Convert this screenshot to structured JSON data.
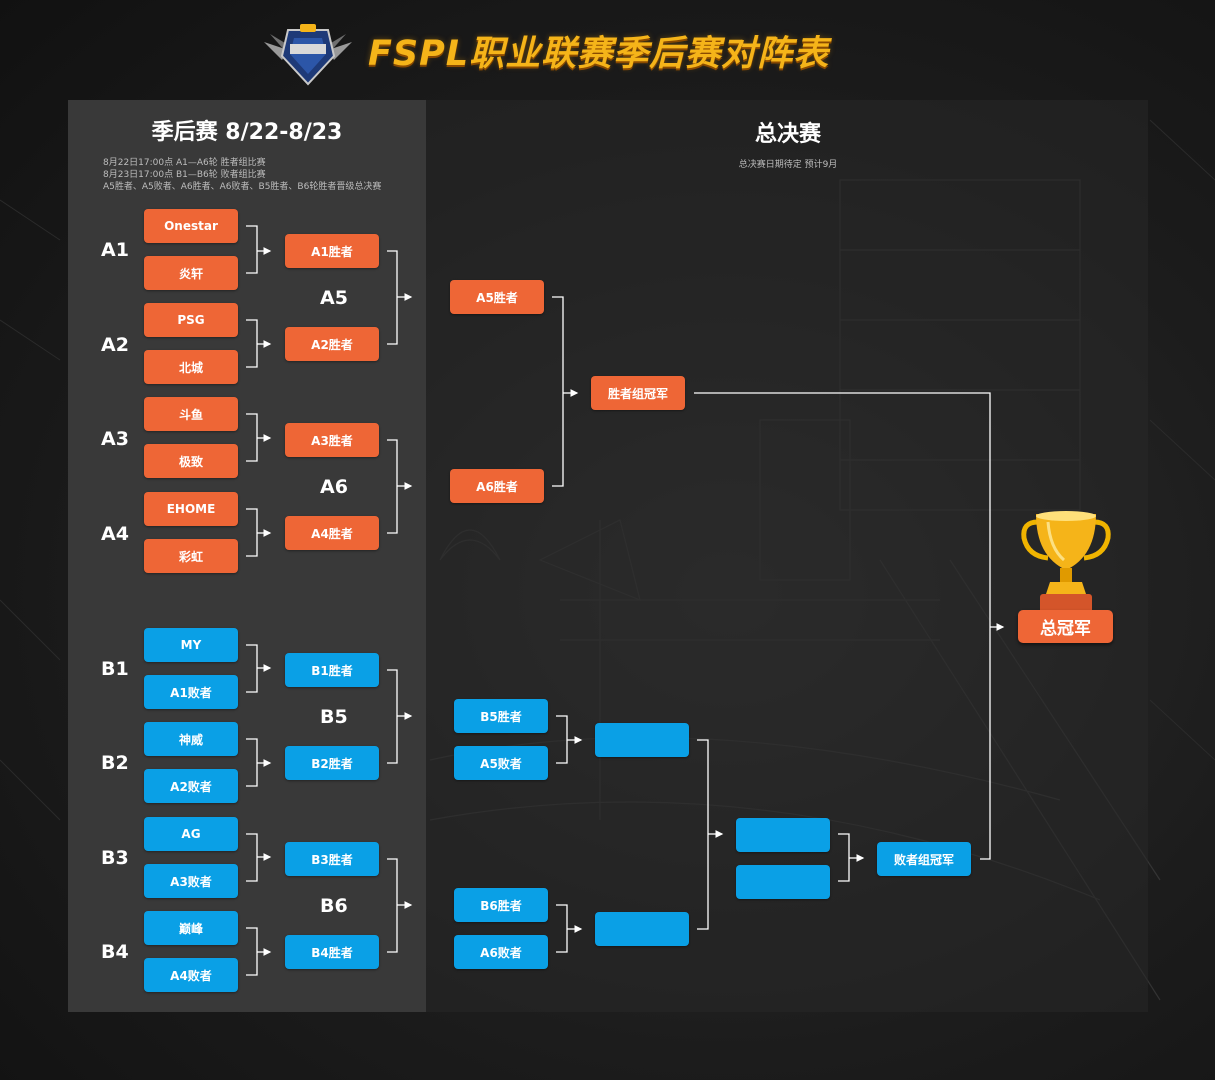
{
  "header": {
    "title": "FSPL职业联赛季后赛对阵表"
  },
  "colors": {
    "winners": "#ee6636",
    "losers": "#0aa0e6",
    "title_gold": "#f5b419"
  },
  "left_section": {
    "title": "季后赛 8/22-8/23",
    "notes": [
      "8月22日17:00点  A1—A6轮 胜者组比赛",
      "8月23日17:00点  B1—B6轮 败者组比赛",
      "A5胜者、A5败者、A6胜者、A6败者、B5胜者、B6轮胜者晋级总决赛"
    ]
  },
  "right_section": {
    "title": "总决赛",
    "note": "总决赛日期待定 预计9月"
  },
  "winners_bracket": {
    "groups": [
      {
        "label": "A1",
        "teams": [
          "Onestar",
          "炎轩"
        ],
        "winner": "A1胜者"
      },
      {
        "label": "A2",
        "teams": [
          "PSG",
          "北城"
        ],
        "winner": "A2胜者"
      },
      {
        "label": "A3",
        "teams": [
          "斗鱼",
          "极致"
        ],
        "winner": "A3胜者"
      },
      {
        "label": "A4",
        "teams": [
          "EHOME",
          "彩虹"
        ],
        "winner": "A4胜者"
      }
    ],
    "round2": [
      {
        "label": "A5",
        "winner": "A5胜者"
      },
      {
        "label": "A6",
        "winner": "A6胜者"
      }
    ],
    "champion": "胜者组冠军"
  },
  "losers_bracket": {
    "groups": [
      {
        "label": "B1",
        "teams": [
          "MY",
          "A1败者"
        ],
        "winner": "B1胜者"
      },
      {
        "label": "B2",
        "teams": [
          "神威",
          "A2败者"
        ],
        "winner": "B2胜者"
      },
      {
        "label": "B3",
        "teams": [
          "AG",
          "A3败者"
        ],
        "winner": "B3胜者"
      },
      {
        "label": "B4",
        "teams": [
          "巅峰",
          "A4败者"
        ],
        "winner": "B4胜者"
      }
    ],
    "round2": [
      {
        "label": "B5"
      },
      {
        "label": "B6"
      }
    ],
    "finals_entries": [
      "B5胜者",
      "A5败者",
      "B6胜者",
      "A6败者"
    ],
    "champion": "败者组冠军"
  },
  "grand_final": {
    "label": "总冠军"
  }
}
